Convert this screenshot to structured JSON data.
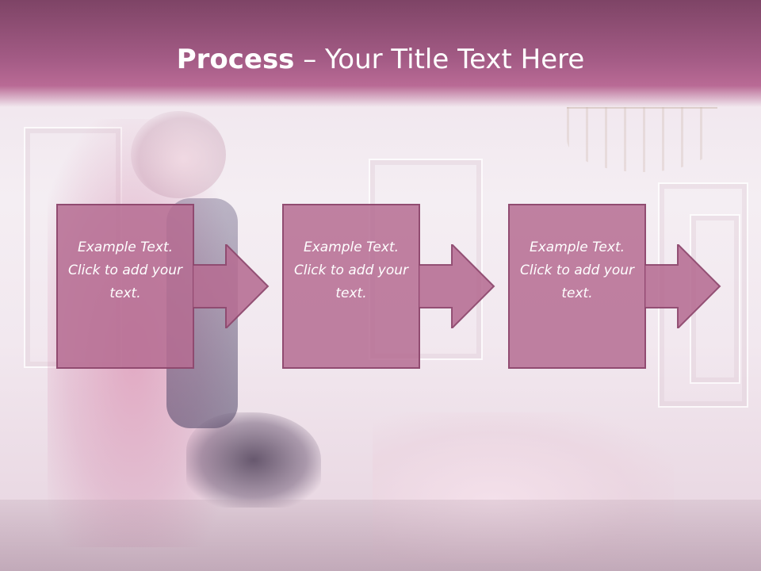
{
  "slide": {
    "title_bold": "Process",
    "title_rest": " – Your Title Text Here"
  },
  "steps": [
    {
      "text": "Example Text. Click  to add your text."
    },
    {
      "text": "Example Text. Click  to add your text."
    },
    {
      "text": "Example Text. Click  to add your text."
    }
  ],
  "colors": {
    "title_bar": "#a35b85",
    "box_fill": "#b56c92",
    "box_border": "#8c466c",
    "text": "#ffffff"
  },
  "icons": {
    "arrow": "right-arrow-icon"
  }
}
